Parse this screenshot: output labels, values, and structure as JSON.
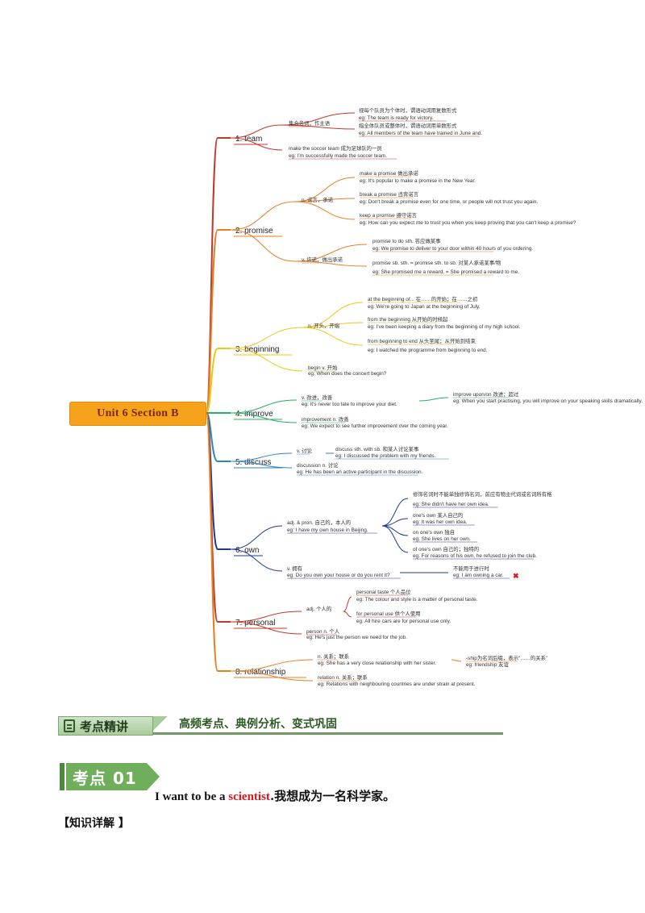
{
  "mindmap": {
    "root": "Unit 6 Section B",
    "branches": [
      {
        "label": "1. team",
        "color": "#c0392b"
      },
      {
        "label": "2. promise",
        "color": "#e67e22"
      },
      {
        "label": "3. beginning",
        "color": "#f1c40f"
      },
      {
        "label": "4. improve",
        "color": "#27ae60"
      },
      {
        "label": "5. discuss",
        "color": "#2e86c1"
      },
      {
        "label": "6. own",
        "color": "#1f3a93"
      },
      {
        "label": "7. personal",
        "color": "#c0392b"
      },
      {
        "label": "8. relationship",
        "color": "#e67e22"
      }
    ],
    "notes": [
      "集合名词，作主语",
      "视每个队员为个体时，谓语动词用复数形式",
      "eg: The team is ready for victory.",
      "指全体队员或整体时，谓语动词用单数形式",
      "eg: All members of the team have trained in June and.",
      "make the soccer team  成为足球队的一员",
      "eg: I'm successfully made the soccer team.",
      "n. 诺言，承诺",
      "make a promise  做出承诺",
      "eg: It's popular to make a promise in the New Year.",
      "break a promise  违背诺言",
      "eg: Don't break a promise even for one time, or people will not trust you again.",
      "keep a promise  遵守诺言",
      "eg: How can you expect me to trust you when you keep proving that you can't keep a promise?",
      "v. 许诺，做出承诺",
      "promise to do sth.  答应做某事",
      "eg: We promise to deliver to your door within 40 hours of you ordering.",
      "promise sb. sth. = promise sth. to sb.  对某人承诺某事/物",
      "eg: She promised me a reward. = She promised a reward to me.",
      "n. 开头，开端",
      "at the beginning of...  在……的开始；在……之初",
      "eg: We're going to Japan at the beginning of July.",
      "from the beginning  从开始的时候起",
      "eg: I've been keeping a diary from the beginning of my high school.",
      "from beginning to end  从头至尾；从开始到结束",
      "eg: I watched the programme from beginning to end.",
      "begin v. 开始",
      "eg: When does the concert begin?",
      "v. 改进，改善",
      "eg: It's never too late to improve your diet.",
      "improve upon/on  改进；超过",
      "eg: When you start practising, you will improve on your speaking skills dramatically.",
      "improvement n. 改善",
      "eg: We expect to see further improvement over the coming year.",
      "v. 讨论",
      "discuss sth. with sb.  和某人讨论某事",
      "eg: I discussed the problem with my friends.",
      "discussion n. 讨论",
      "eg: He has been an active participant in the discussion.",
      "adj. & pron. 自己的，本人的",
      "eg: I have my own house in Beijing.",
      "修饰名词时不能单独修饰名词，前应有物主代词或名词所有格",
      "eg: She didn't have her own idea.",
      "one's own  某人自己的",
      "eg: It was her own idea.",
      "on one's own  独自",
      "eg: She lives on her own.",
      "of one's own  自己的；独特的",
      "eg: For reasons of his own, he refused to join the club.",
      "v. 拥有",
      "eg: Do you own your house or do you rent it?",
      "不能用于进行时",
      "eg: I am owning a car.",
      "adj. 个人的",
      "personal taste  个人品位",
      "eg: The colour and style is a matter of personal taste.",
      "for personal use  供个人使用",
      "eg: All hire cars are for personal use only.",
      "person n. 个人",
      "eg: He's just the person we need for the job.",
      "n. 关系；联系",
      "eg: She has a very close relationship with her sister.",
      "-ship为名词后缀，表示“……的关系”",
      "eg: friendship  友谊",
      "relation n. 关系；联系",
      "eg: Relations with neighbouring countries are under strain at present."
    ]
  },
  "section_banner": {
    "tag": "考点精讲",
    "subtitle": "高频考点、典例分析、变式巩固"
  },
  "kaodian": {
    "tag": "考点 01",
    "sentence_before": "I want to be a ",
    "sentence_highlight": "scientist",
    "sentence_after": ".我想成为一名科学家。"
  },
  "detail_heading": "【知识详解 】"
}
